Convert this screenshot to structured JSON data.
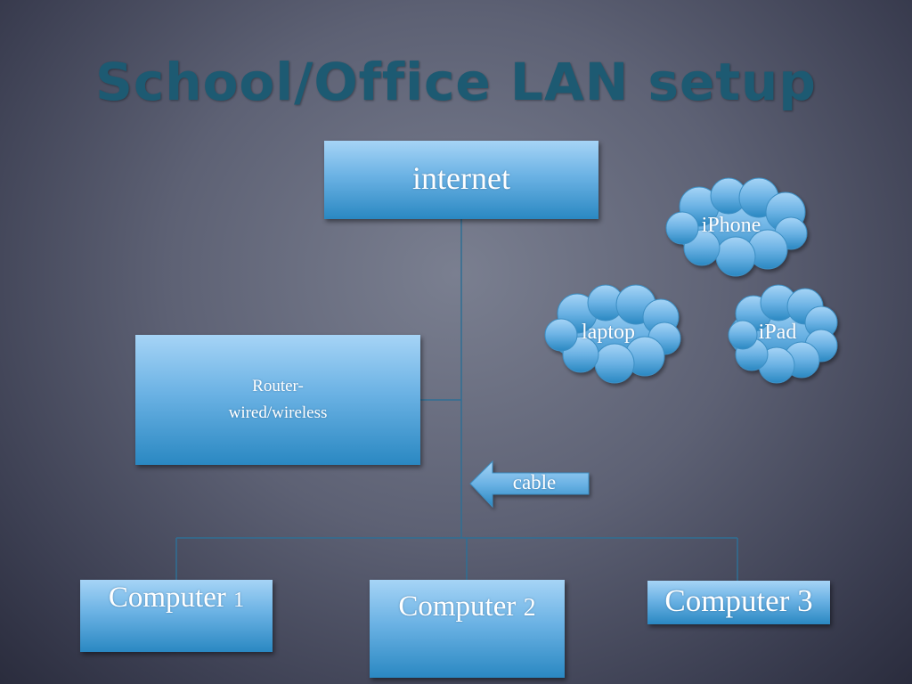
{
  "title": "School/Office LAN setup",
  "nodes": {
    "internet": "internet",
    "router_line1": "Router-",
    "router_line2": "wired/wireless",
    "computer1_word": "Computer",
    "computer1_num": "1",
    "computer2_word": "Computer",
    "computer2_num": "2",
    "computer3": "Computer 3"
  },
  "devices": {
    "iphone": "iPhone",
    "laptop": "laptop",
    "ipad": "iPad"
  },
  "arrow": {
    "label": "cable"
  },
  "colors": {
    "title": "#1d5a72",
    "box_top": "#a6d4f6",
    "box_bottom": "#2a88c2",
    "connector": "#2f6f94",
    "background": "#5d6174"
  }
}
